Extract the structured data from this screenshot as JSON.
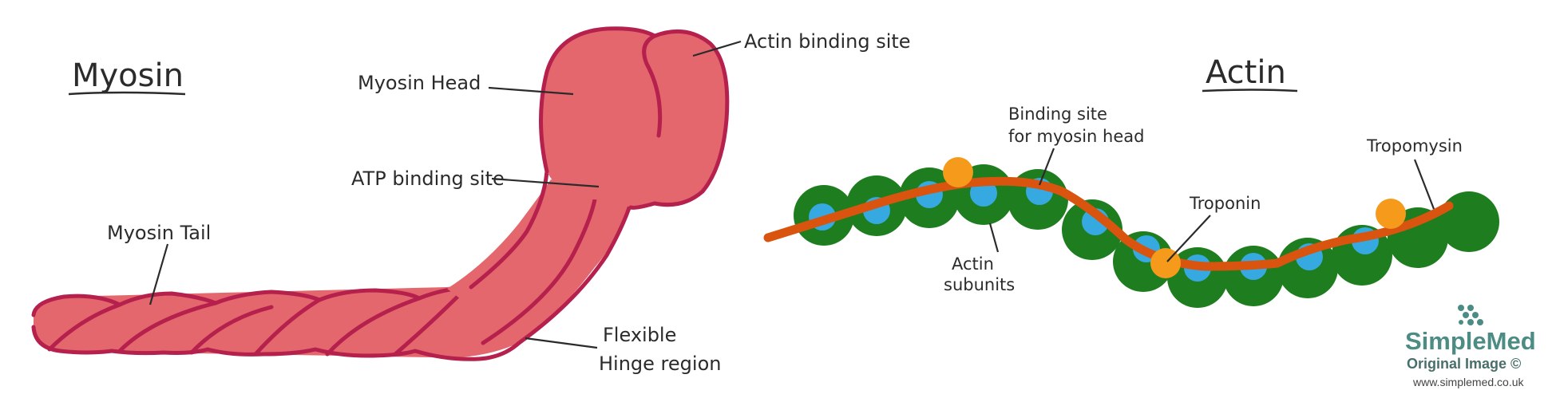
{
  "myosin": {
    "title": "Myosin",
    "labels": {
      "head": "Myosin Head",
      "actin_binding": "Actin binding site",
      "atp_binding": "ATP binding site",
      "tail": "Myosin Tail",
      "hinge_line1": "Flexible",
      "hinge_line2": "Hinge region"
    }
  },
  "actin": {
    "title": "Actin",
    "labels": {
      "binding_line1": "Binding site",
      "binding_line2": "for myosin head",
      "tropomyosin": "Tropomysin",
      "troponin": "Troponin",
      "subunits_line1": "Actin",
      "subunits_line2": "subunits"
    }
  },
  "watermark": {
    "brand": "SimpleMed",
    "subtitle": "Original Image ©",
    "url": "www.simplemed.co.uk"
  },
  "colors": {
    "myosin_fill": "#e3676c",
    "myosin_outline": "#b5204d",
    "actin_subunit": "#1e7d1e",
    "binding_site": "#35a9e0",
    "tropomyosin": "#d9540f",
    "troponin": "#f59a1b",
    "brand": "#4c8c84"
  }
}
